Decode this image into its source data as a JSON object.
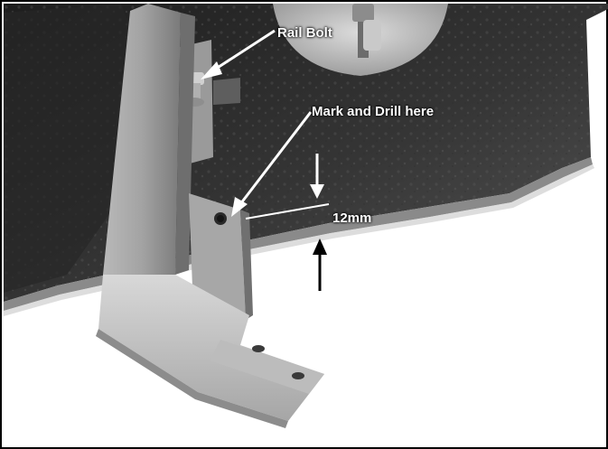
{
  "annotations": {
    "rail_bolt": "Rail Bolt",
    "mark_and_drill": "Mark and Drill here",
    "measurement": "12mm"
  },
  "colors": {
    "annotation_text": "#ffffff",
    "arrow_light": "#ffffff",
    "arrow_dark": "#000000",
    "frame": "#000000"
  }
}
